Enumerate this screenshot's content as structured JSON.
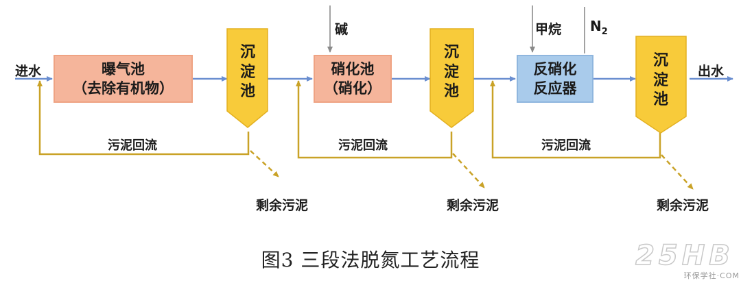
{
  "diagram": {
    "inlet_label": "进水",
    "outlet_label": "出水",
    "aeration_tank": {
      "line1": "曝气池",
      "line2": "（去除有机物）"
    },
    "nitrification_tank": {
      "line1": "硝化池",
      "line2": "（硝化）"
    },
    "denitrification_reactor": {
      "line1": "反硝化",
      "line2": "反应器"
    },
    "clarifier_label": [
      "沉",
      "淀",
      "池"
    ],
    "alkali_label": "碱",
    "methane_label": "甲烷",
    "nitrogen_label": "N",
    "nitrogen_subscript": "2",
    "sludge_return_label": "污泥回流",
    "excess_sludge_label": "剩余污泥"
  },
  "caption": "图3 三段法脱氮工艺流程",
  "watermark": {
    "main": "25HB",
    "sub": "环保学社·COM"
  },
  "colors": {
    "flow_line": "#6a8ed0",
    "return_line": "#c9a227",
    "clarifier_fill": "#f8cb3a",
    "clarifier_stroke": "#e3b020",
    "tank_orange": "#f5b59b",
    "tank_blue": "#a9cbeb",
    "feed_line": "#8a8a8a"
  }
}
